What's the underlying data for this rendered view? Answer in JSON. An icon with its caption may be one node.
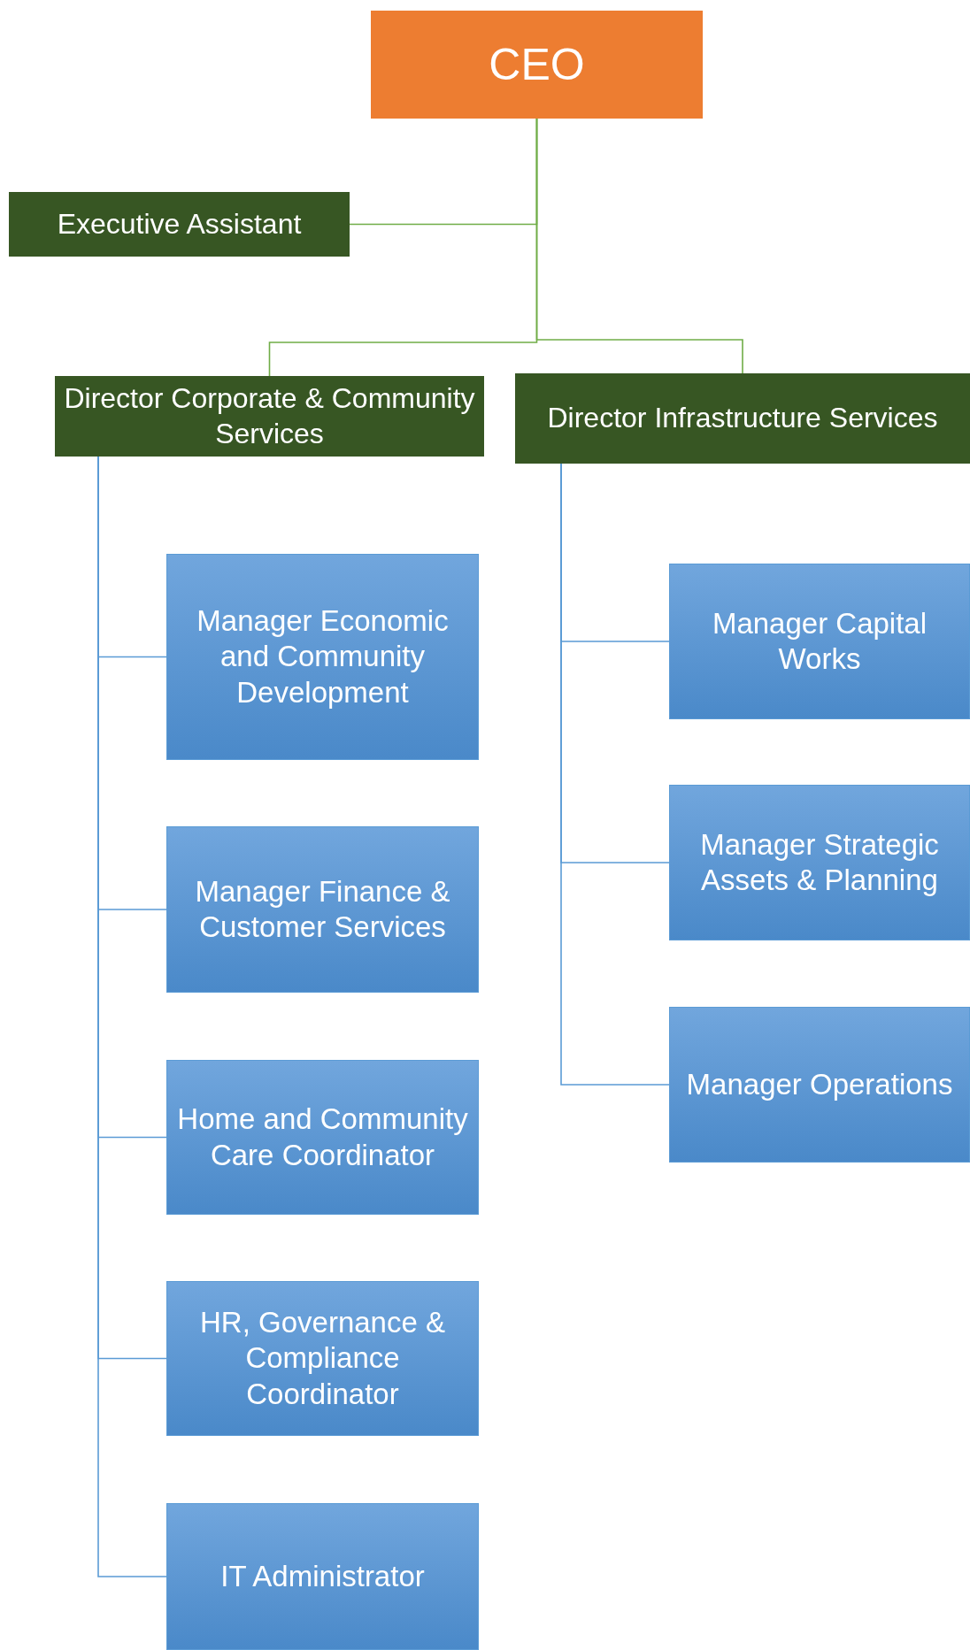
{
  "diagram": {
    "nodes": [
      {
        "text": [
          "CEO"
        ]
      },
      {
        "text": [
          "Executive Assistant"
        ]
      },
      {
        "text": [
          "Director Corporate & Community Services"
        ]
      },
      {
        "text": [
          "Director Infrastructure Services"
        ]
      },
      {
        "text": [
          "Manager Economic and Community Development"
        ]
      },
      {
        "text": [
          "Manager Finance & Customer Services"
        ]
      },
      {
        "text": [
          "Home and Community Care Coordinator"
        ]
      },
      {
        "text": [
          "HR, Governance & Compliance Coordinator"
        ]
      },
      {
        "text": [
          "IT Administrator"
        ]
      },
      {
        "text": [
          "Manager Capital Works"
        ]
      },
      {
        "text": [
          "Manager Strategic Assets & Planning"
        ]
      },
      {
        "text": [
          "Manager Operations"
        ]
      }
    ],
    "edges": [
      {
        "from": 0,
        "to": 1,
        "arrow": "none",
        "color": "#70ad47"
      },
      {
        "from": 0,
        "to": 2,
        "arrow": "none",
        "color": "#70ad47"
      },
      {
        "from": 0,
        "to": 3,
        "arrow": "none",
        "color": "#70ad47"
      },
      {
        "from": 2,
        "to": 4,
        "arrow": "none"
      },
      {
        "from": 2,
        "to": 5,
        "arrow": "none"
      },
      {
        "from": 2,
        "to": 6,
        "arrow": "none"
      },
      {
        "from": 2,
        "to": 7,
        "arrow": "none"
      },
      {
        "from": 2,
        "to": 8,
        "arrow": "none"
      },
      {
        "from": 3,
        "to": 9,
        "arrow": "none"
      },
      {
        "from": 3,
        "to": 10,
        "arrow": "none"
      },
      {
        "from": 3,
        "to": 11,
        "arrow": "none"
      }
    ]
  }
}
